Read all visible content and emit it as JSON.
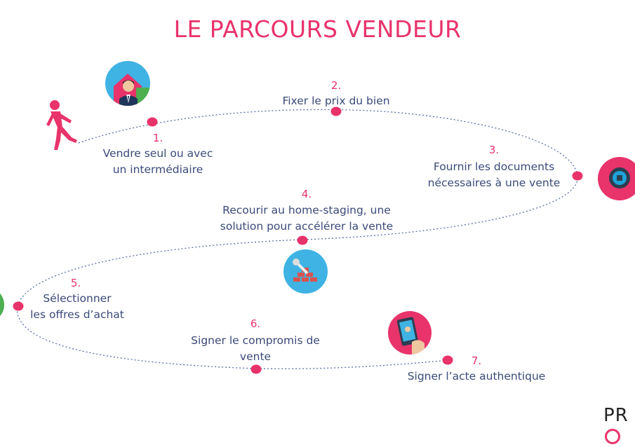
{
  "title": "LE PARCOURS VENDEUR",
  "steps": [
    {
      "num": "1.",
      "line1": "Vendre seul ou avec",
      "line2": "un intermédiaire"
    },
    {
      "num": "2.",
      "line1": "Fixer le prix du bien",
      "line2": ""
    },
    {
      "num": "3.",
      "line1": "Fournir les documents",
      "line2": "nécessaires à une vente"
    },
    {
      "num": "4.",
      "line1": "Recourir au home-staging, une",
      "line2": "solution pour accélérer la vente"
    },
    {
      "num": "5.",
      "line1": "Sélectionner",
      "line2": "les offres d’achat"
    },
    {
      "num": "6.",
      "line1": "Signer le compromis de",
      "line2": "vente"
    },
    {
      "num": "7.",
      "line1": "Signer l’acte authentique",
      "line2": ""
    }
  ],
  "brand": "PR",
  "colors": {
    "accent": "#e8336b",
    "text": "#3a4a78",
    "path": "#5b6fa8"
  },
  "icons": [
    "walking-person-icon",
    "house-agent-icon",
    "document-search-icon",
    "home-staging-icon",
    "offer-icon",
    "phone-signature-icon",
    "brand-logo-icon"
  ]
}
